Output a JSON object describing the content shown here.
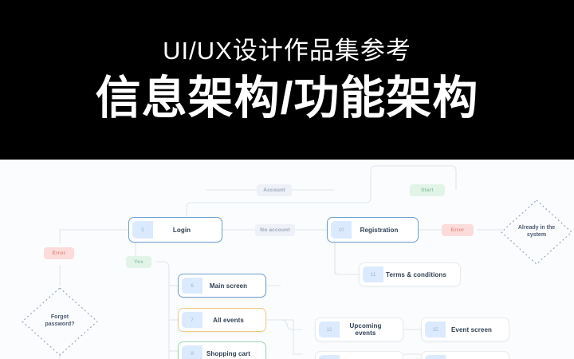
{
  "banner": {
    "subtitle": "UI/UX设计作品集参考",
    "title": "信息架构/功能架构",
    "background": "#000000",
    "text_color": "#ffffff"
  },
  "flowchart": {
    "background": "#fbfcfd",
    "nodes": [
      {
        "id": "login",
        "number": "5",
        "label": "Login",
        "accent": "#6c9fd1"
      },
      {
        "id": "registration",
        "number": "10",
        "label": "Registration",
        "accent": "#6c9fd1"
      },
      {
        "id": "terms",
        "number": "11",
        "label": "Terms & conditions",
        "accent": "#e6ecf2"
      },
      {
        "id": "main",
        "number": "6",
        "label": "Main screen",
        "accent": "#6c9fd1"
      },
      {
        "id": "allevents",
        "number": "7",
        "label": "All events",
        "accent": "#f0c987"
      },
      {
        "id": "cart",
        "number": "8",
        "label": "Shopping cart",
        "accent": "#9ed5b4"
      },
      {
        "id": "upcoming",
        "number": "12",
        "label": "Upcoming events",
        "accent": "#e6ecf2"
      },
      {
        "id": "eventscreen",
        "number": "15",
        "label": "Event screen",
        "accent": "#e6ecf2"
      }
    ],
    "chips": [
      {
        "id": "start",
        "label": "Start",
        "variant": "green"
      },
      {
        "id": "account",
        "label": "Account",
        "variant": "neutral"
      },
      {
        "id": "noaccount",
        "label": "No account",
        "variant": "neutral"
      },
      {
        "id": "error-left",
        "label": "Error",
        "variant": "red"
      },
      {
        "id": "error-right",
        "label": "Error",
        "variant": "red"
      },
      {
        "id": "yes",
        "label": "Yes",
        "variant": "green"
      }
    ],
    "decisions": [
      {
        "id": "forgot",
        "label": "Forgot\npassword?"
      },
      {
        "id": "existing",
        "label": "Already in the\nsystem"
      }
    ],
    "decision_labels": {
      "forgot_line1": "Forgot",
      "forgot_line2": "password?",
      "existing_line1": "Already in the",
      "existing_line2": "system"
    }
  }
}
